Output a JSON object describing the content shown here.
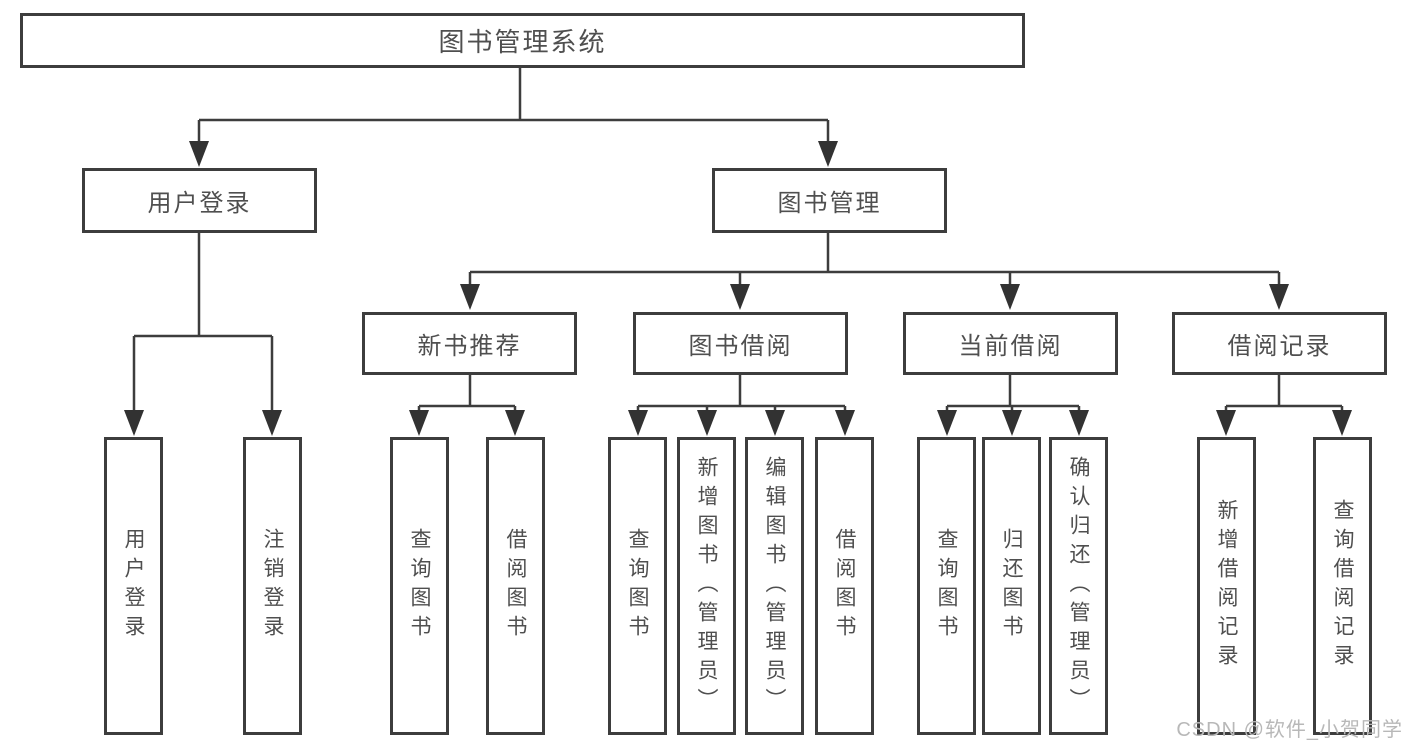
{
  "diagram": {
    "root": {
      "label": "图书管理系统"
    },
    "user_login": {
      "label": "用户登录",
      "children": [
        {
          "label": "用户登录"
        },
        {
          "label": "注销登录"
        }
      ]
    },
    "book_management": {
      "label": "图书管理",
      "sections": [
        {
          "label": "新书推荐",
          "children": [
            {
              "label": "查询图书"
            },
            {
              "label": "借阅图书"
            }
          ]
        },
        {
          "label": "图书借阅",
          "children": [
            {
              "label": "查询图书"
            },
            {
              "label": "新增图书（管理员）"
            },
            {
              "label": "编辑图书（管理员）"
            },
            {
              "label": "借阅图书"
            }
          ]
        },
        {
          "label": "当前借阅",
          "children": [
            {
              "label": "查询图书"
            },
            {
              "label": "归还图书"
            },
            {
              "label": "确认归还（管理员）"
            }
          ]
        },
        {
          "label": "借阅记录",
          "children": [
            {
              "label": "新增借阅记录"
            },
            {
              "label": "查询借阅记录"
            }
          ]
        }
      ]
    }
  },
  "watermark": {
    "text": "CSDN @软件_小贺同学"
  }
}
